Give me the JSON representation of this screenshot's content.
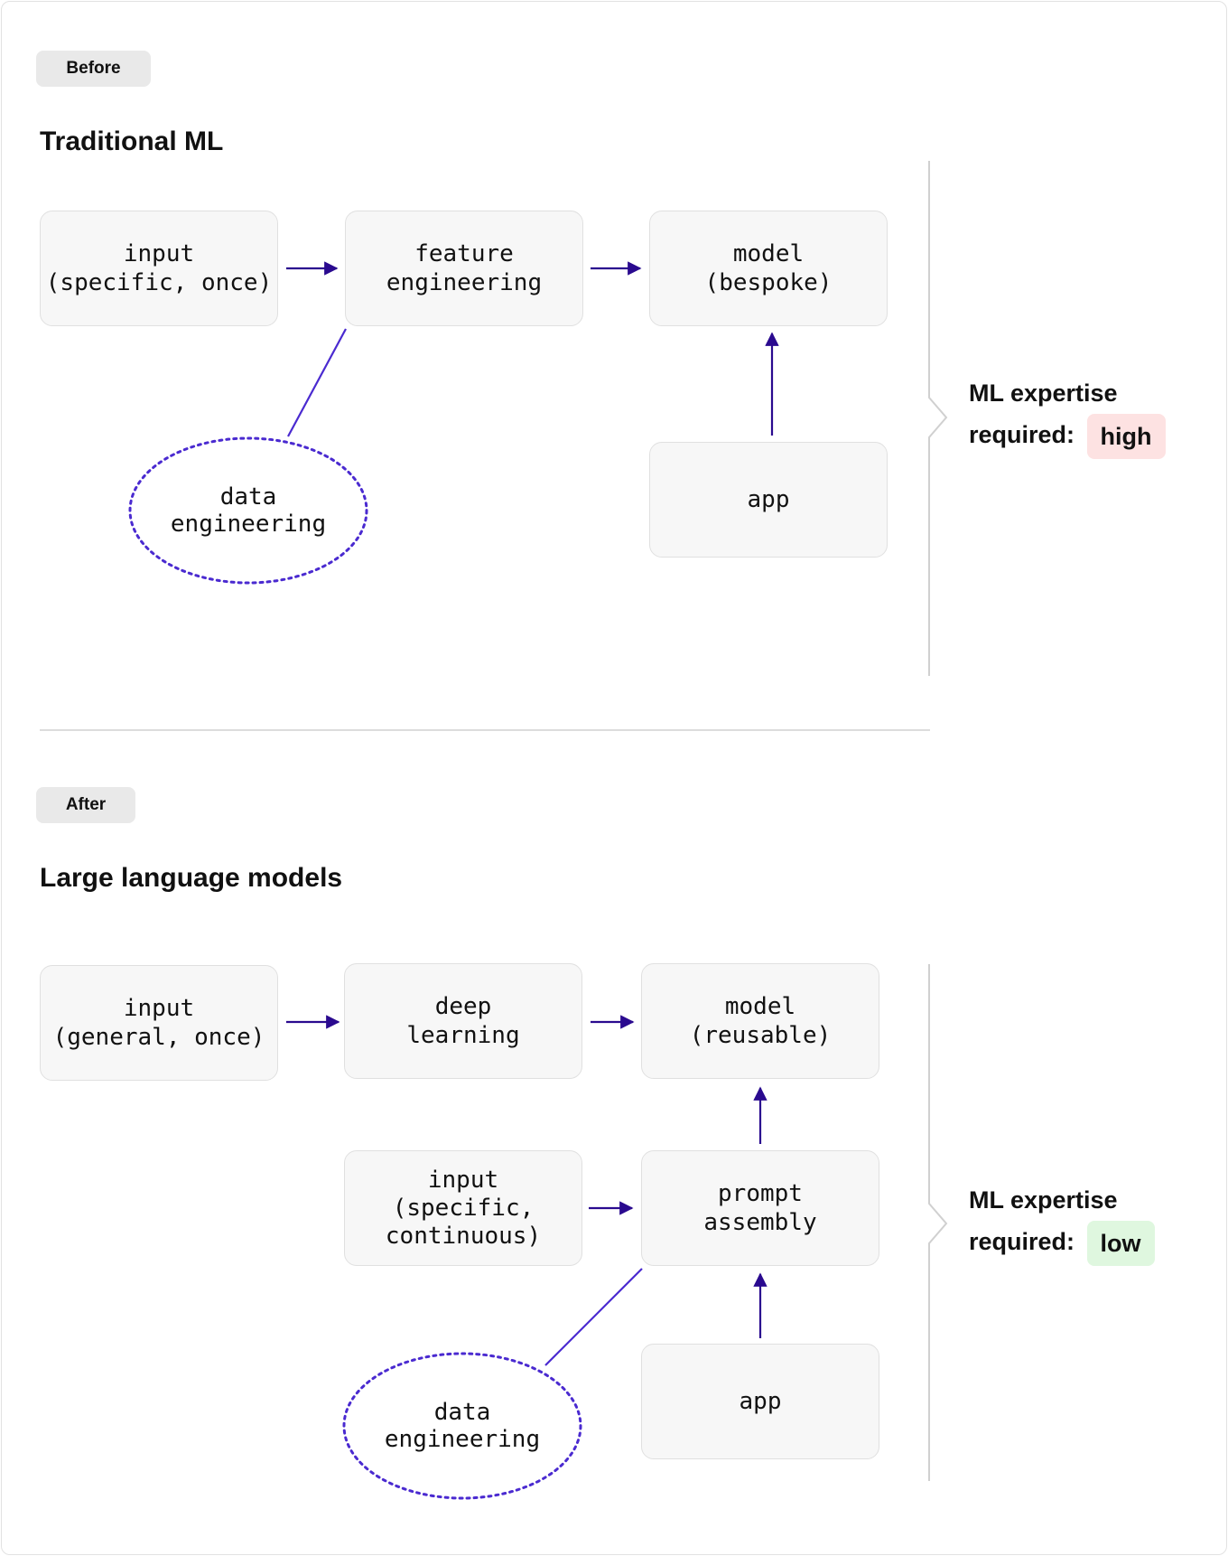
{
  "before": {
    "tag": "Before",
    "title": "Traditional ML",
    "nodes": {
      "input": [
        "input",
        "(specific, once)"
      ],
      "feature_engineering": [
        "feature",
        "engineering"
      ],
      "model": [
        "model",
        "(bespoke)"
      ],
      "app": [
        "app"
      ],
      "data_engineering": [
        "data",
        "engineering"
      ]
    },
    "expertise": {
      "label_line1": "ML expertise",
      "label_line2": "required:",
      "level": "high"
    }
  },
  "after": {
    "tag": "After",
    "title": "Large language models",
    "nodes": {
      "input_general": [
        "input",
        "(general, once)"
      ],
      "deep_learning": [
        "deep",
        "learning"
      ],
      "model": [
        "model",
        "(reusable)"
      ],
      "input_specific": [
        "input",
        "(specific,",
        "continuous)"
      ],
      "prompt_assembly": [
        "prompt",
        "assembly"
      ],
      "app": [
        "app"
      ],
      "data_engineering": [
        "data",
        "engineering"
      ]
    },
    "expertise": {
      "label_line1": "ML expertise",
      "label_line2": "required:",
      "level": "low"
    }
  },
  "colors": {
    "arrow": "#2a0a8f",
    "ellipse_border": "#4a2ad0",
    "high_bg": "#fde2e2",
    "low_bg": "#dff7df",
    "tag_bg": "#e9e9e9",
    "node_bg": "#f7f7f7"
  }
}
